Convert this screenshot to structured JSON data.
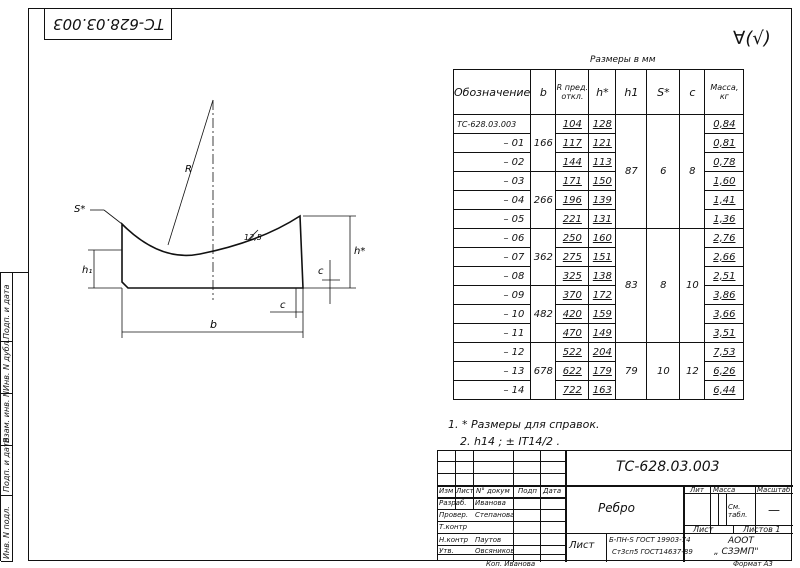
{
  "drawing_code_rotated": "ТС-628.03.003",
  "roughness_symbol": "∀(√)",
  "table": {
    "caption": "Размеры в мм",
    "headers": [
      "Обозначение",
      "b",
      "R пред. откл.",
      "h*",
      "h1",
      "S*",
      "c",
      "Масса, кг"
    ],
    "rows": [
      {
        "designation": "ТС-628.03.003",
        "b": "",
        "R": "104",
        "h": "128",
        "mass": "0,84"
      },
      {
        "designation": "– 01",
        "b": "166",
        "R": "117",
        "h": "121",
        "mass": "0,81"
      },
      {
        "designation": "– 02",
        "b": "",
        "R": "144",
        "h": "113",
        "mass": "0,78"
      },
      {
        "designation": "– 03",
        "b": "",
        "R": "171",
        "h": "150",
        "mass": "1,60"
      },
      {
        "designation": "– 04",
        "b": "266",
        "R": "196",
        "h": "139",
        "mass": "1,41"
      },
      {
        "designation": "– 05",
        "b": "",
        "R": "221",
        "h": "131",
        "mass": "1,36"
      },
      {
        "designation": "– 06",
        "b": "",
        "R": "250",
        "h": "160",
        "mass": "2,76"
      },
      {
        "designation": "– 07",
        "b": "362",
        "R": "275",
        "h": "151",
        "mass": "2,66"
      },
      {
        "designation": "– 08",
        "b": "",
        "R": "325",
        "h": "138",
        "mass": "2,51"
      },
      {
        "designation": "– 09",
        "b": "",
        "R": "370",
        "h": "172",
        "mass": "3,86"
      },
      {
        "designation": "– 10",
        "b": "482",
        "R": "420",
        "h": "159",
        "mass": "3,66"
      },
      {
        "designation": "– 11",
        "b": "",
        "R": "470",
        "h": "149",
        "mass": "3,51"
      },
      {
        "designation": "– 12",
        "b": "",
        "R": "522",
        "h": "204",
        "mass": "7,53"
      },
      {
        "designation": "– 13",
        "b": "678",
        "R": "622",
        "h": "179",
        "mass": "6,26"
      },
      {
        "designation": "– 14",
        "b": "",
        "R": "722",
        "h": "163",
        "mass": "6,44"
      }
    ],
    "groups": [
      {
        "h1": "87",
        "S": "6",
        "c": "8"
      },
      {
        "h1": "83",
        "S": "8",
        "c": "10"
      },
      {
        "h1": "79",
        "S": "10",
        "c": "12"
      }
    ]
  },
  "notes": [
    "1. * Размеры для справок.",
    "2. h14 ;  ± IT14/2 ."
  ],
  "drawing_labels": {
    "S": "S*",
    "R": "R",
    "fillet": "12,5",
    "h": "h*",
    "h1": "h₁",
    "c1": "c",
    "c2": "c",
    "b": "b"
  },
  "title_block": {
    "doc_code": "ТС-628.03.003",
    "part_name": "Ребро",
    "material_1": "Б-ПН-S ГОСТ 19903-74",
    "material_2": "Ст3сп5 ГОСТ14637-89",
    "col_izm": "Изм",
    "col_list": "Лист",
    "col_ndoc": "N° докум",
    "col_podp": "Подп",
    "col_data": "Дата",
    "razrab": "Разраб.",
    "razrab_name": "Иванова",
    "prover": "Провер.",
    "prover_name": "Степанова",
    "tkontr": "Т.контр",
    "nkontr": "Н.контр",
    "nkontr_name": "Паутов",
    "utv": "Утв.",
    "utv_name": "Овсяников",
    "lit": "Лит",
    "massa": "Масса",
    "masshtab": "Масштаб",
    "mass_value": "См. табл.",
    "scale_value": "—",
    "sheet": "Лист",
    "sheets": "Листов 1",
    "list_word": "Лист",
    "org_1": "АООТ",
    "org_2": "„ СЗЭМП\""
  },
  "side_stub": [
    "Инв. N подл.",
    "Подп. и дата",
    "Взам. инв. N",
    "Инв. N дубл.",
    "Подп. и дата"
  ],
  "footer": {
    "copied": "Коп. Иванова",
    "format": "Формат А3"
  }
}
